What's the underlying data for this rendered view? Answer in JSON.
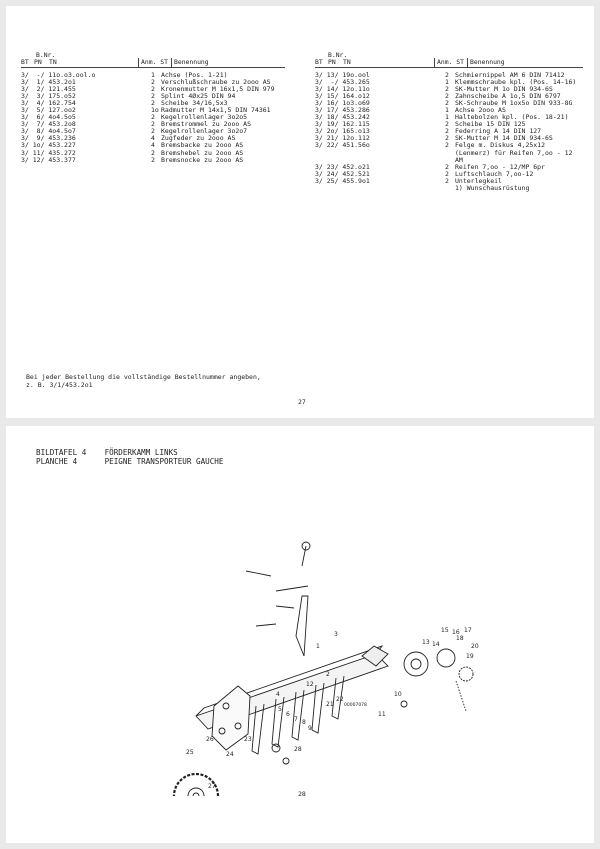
{
  "top_page": {
    "header": {
      "bnr_label": "B.Nr.",
      "bt": "BT",
      "pn": "PN",
      "tn": "TN",
      "anm_st": "Anm. ST",
      "benennung": "Benennung"
    },
    "left_rows": [
      {
        "ref": "3/  -/ 11o.o3.ool.o",
        "st": "1",
        "desc": "Achse (Pos. 1-21)"
      },
      {
        "ref": "3/  1/ 453.2o1",
        "st": "2",
        "desc": "Verschlußschraube zu 2ooo AS"
      },
      {
        "ref": "3/  2/ 121.455",
        "st": "2",
        "desc": "Kronenmutter M 16x1,5 DIN 979"
      },
      {
        "ref": "3/  3/ 175.o52",
        "st": "2",
        "desc": "Splint 4Øx25 DIN 94"
      },
      {
        "ref": "3/  4/ 162.754",
        "st": "2",
        "desc": "Scheibe 34/16,5x3"
      },
      {
        "ref": "3/  5/ 127.oo2",
        "st": "1o",
        "desc": "Radmutter M 14x1,5 DIN 74361"
      },
      {
        "ref": "3/  6/ 4o4.5o5",
        "st": "2",
        "desc": "Kegelrollenlager 3o2o5"
      },
      {
        "ref": "3/  7/ 453.2o8",
        "st": "2",
        "desc": "Bremstrommel zu 2ooo AS"
      },
      {
        "ref": "3/  8/ 4o4.5o7",
        "st": "2",
        "desc": "Kegelrollenlager 3o2o7"
      },
      {
        "ref": "3/  9/ 453.236",
        "st": "4",
        "desc": "Zugfeder zu 2ooo AS"
      },
      {
        "ref": "3/ 1o/ 453.227",
        "st": "4",
        "desc": "Bremsbacke zu 2ooo AS"
      },
      {
        "ref": "3/ 11/ 435.272",
        "st": "2",
        "desc": "Bremshebel zu 2ooo AS"
      },
      {
        "ref": "3/ 12/ 453.377",
        "st": "2",
        "desc": "Bremsnocke zu 2ooo AS"
      }
    ],
    "right_rows": [
      {
        "ref": "3/ 13/ 19o.ool",
        "st": "2",
        "desc": "Schmiernippel AM 6 DIN 71412"
      },
      {
        "ref": "3/  -/ 453.265",
        "st": "1",
        "desc": "Klemmschraube kpl. (Pos. 14-16)"
      },
      {
        "ref": "3/ 14/ 12o.11o",
        "st": "2",
        "desc": "SK-Mutter M 1o DIN 934-6S"
      },
      {
        "ref": "3/ 15/ 164.o12",
        "st": "2",
        "desc": "Zahnscheibe A 1o,5 DIN 6797"
      },
      {
        "ref": "3/ 16/ 1o3.o69",
        "st": "2",
        "desc": "SK-Schraube M 1ox5o DIN 933-8G"
      },
      {
        "ref": "3/ 17/ 453.286",
        "st": "1",
        "desc": "Achse 2ooo AS"
      },
      {
        "ref": "3/ 18/ 453.242",
        "st": "1",
        "desc": "Haltebolzen kpl. (Pos. 18-21)"
      },
      {
        "ref": "3/ 19/ 162.115",
        "st": "2",
        "desc": "Scheibe 15 DIN 125"
      },
      {
        "ref": "3/ 2o/ 165.o13",
        "st": "2",
        "desc": "Federring A 14 DIN 127"
      },
      {
        "ref": "3/ 21/ 12o.112",
        "st": "2",
        "desc": "SK-Mutter M 14 DIN 934-6S"
      },
      {
        "ref": "3/ 22/ 451.56o",
        "st": "2",
        "desc": "Felge m. Diskus 4,25x12 (Lenmerz) für Reifen 7,oo - 12 AM"
      },
      {
        "ref": "3/ 23/ 452.o21",
        "st": "2",
        "desc": "Reifen 7,oo - 12/MP 6pr"
      },
      {
        "ref": "3/ 24/ 452.521",
        "st": "2",
        "desc": "Luftschlauch 7,oo-12"
      },
      {
        "ref": "3/ 25/ 455.9o1",
        "st": "2",
        "desc": "Unterlegkeil"
      },
      {
        "ref": "",
        "st": "",
        "desc": "1) Wunschausrüstung"
      }
    ],
    "note": "Bei jeder Bestellung die vollständige Bestellnummer angeben,\nz. B. 3/1/453.2o1",
    "page_number": "27"
  },
  "bottom_page": {
    "title_lines": "BILDTAFEL 4    FÖRDERKAMM LINKS\nPLANCHE 4      PEIGNE TRANSPORTEUR GAUCHE",
    "page_number": "28",
    "callouts": [
      "1",
      "2",
      "3",
      "4",
      "5",
      "6",
      "7",
      "8",
      "9",
      "10",
      "11",
      "12",
      "13",
      "14",
      "15",
      "16",
      "17",
      "18",
      "19",
      "20",
      "21",
      "22",
      "23",
      "24",
      "25",
      "26",
      "27",
      "28"
    ],
    "small_label": "00007078"
  }
}
